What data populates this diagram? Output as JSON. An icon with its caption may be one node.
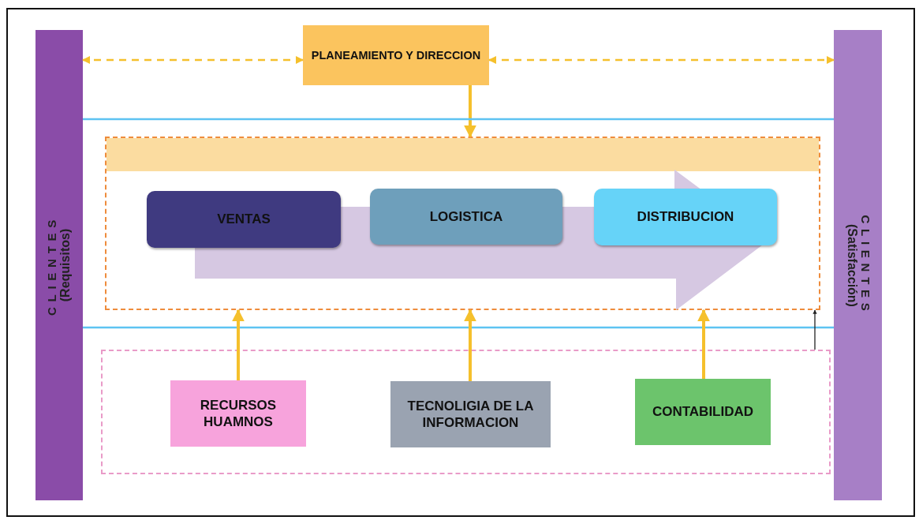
{
  "diagram": {
    "nodes": [
      {
        "text": [
          "CLIENTES",
          "(Requisitos)"
        ]
      },
      {
        "text": [
          "PLANEAMIENTO Y DIRECCION"
        ]
      },
      {
        "text": [
          "CLIENTES",
          "(Satisfacción)"
        ]
      },
      {
        "text": [],
        "shape": "box"
      },
      {
        "text": [
          "VENTAS"
        ],
        "in": 3
      },
      {
        "text": [
          "LOGISTICA"
        ],
        "in": 3
      },
      {
        "text": [
          "DISTRIBUCION"
        ],
        "in": 3
      },
      {
        "text": [],
        "shape": "box"
      },
      {
        "text": [
          "RECURSOS HUAMNOS"
        ],
        "in": 7
      },
      {
        "text": [
          "TECNOLIGIA DE LA INFORMACION"
        ],
        "in": 7
      },
      {
        "text": [
          "CONTABILIDAD"
        ],
        "in": 7
      }
    ],
    "edges": [
      {
        "from": 1,
        "to": 0,
        "arrow": "both",
        "style": "dashed"
      },
      {
        "from": 1,
        "to": 2,
        "arrow": "both",
        "style": "dashed"
      },
      {
        "from": 1,
        "to": 3,
        "arrow": "to"
      },
      {
        "from": 0,
        "to": 2,
        "arrow": "none",
        "color": "#5ec3f2"
      },
      {
        "from": 0,
        "to": 2,
        "arrow": "none",
        "color": "#5ec3f2"
      },
      {
        "from": 8,
        "to": 3,
        "arrow": "to"
      },
      {
        "from": 9,
        "to": 3,
        "arrow": "to"
      },
      {
        "from": 10,
        "to": 3,
        "arrow": "to"
      },
      {
        "from": 7,
        "to": 3,
        "arrow": "to",
        "color": "#222222"
      }
    ]
  }
}
